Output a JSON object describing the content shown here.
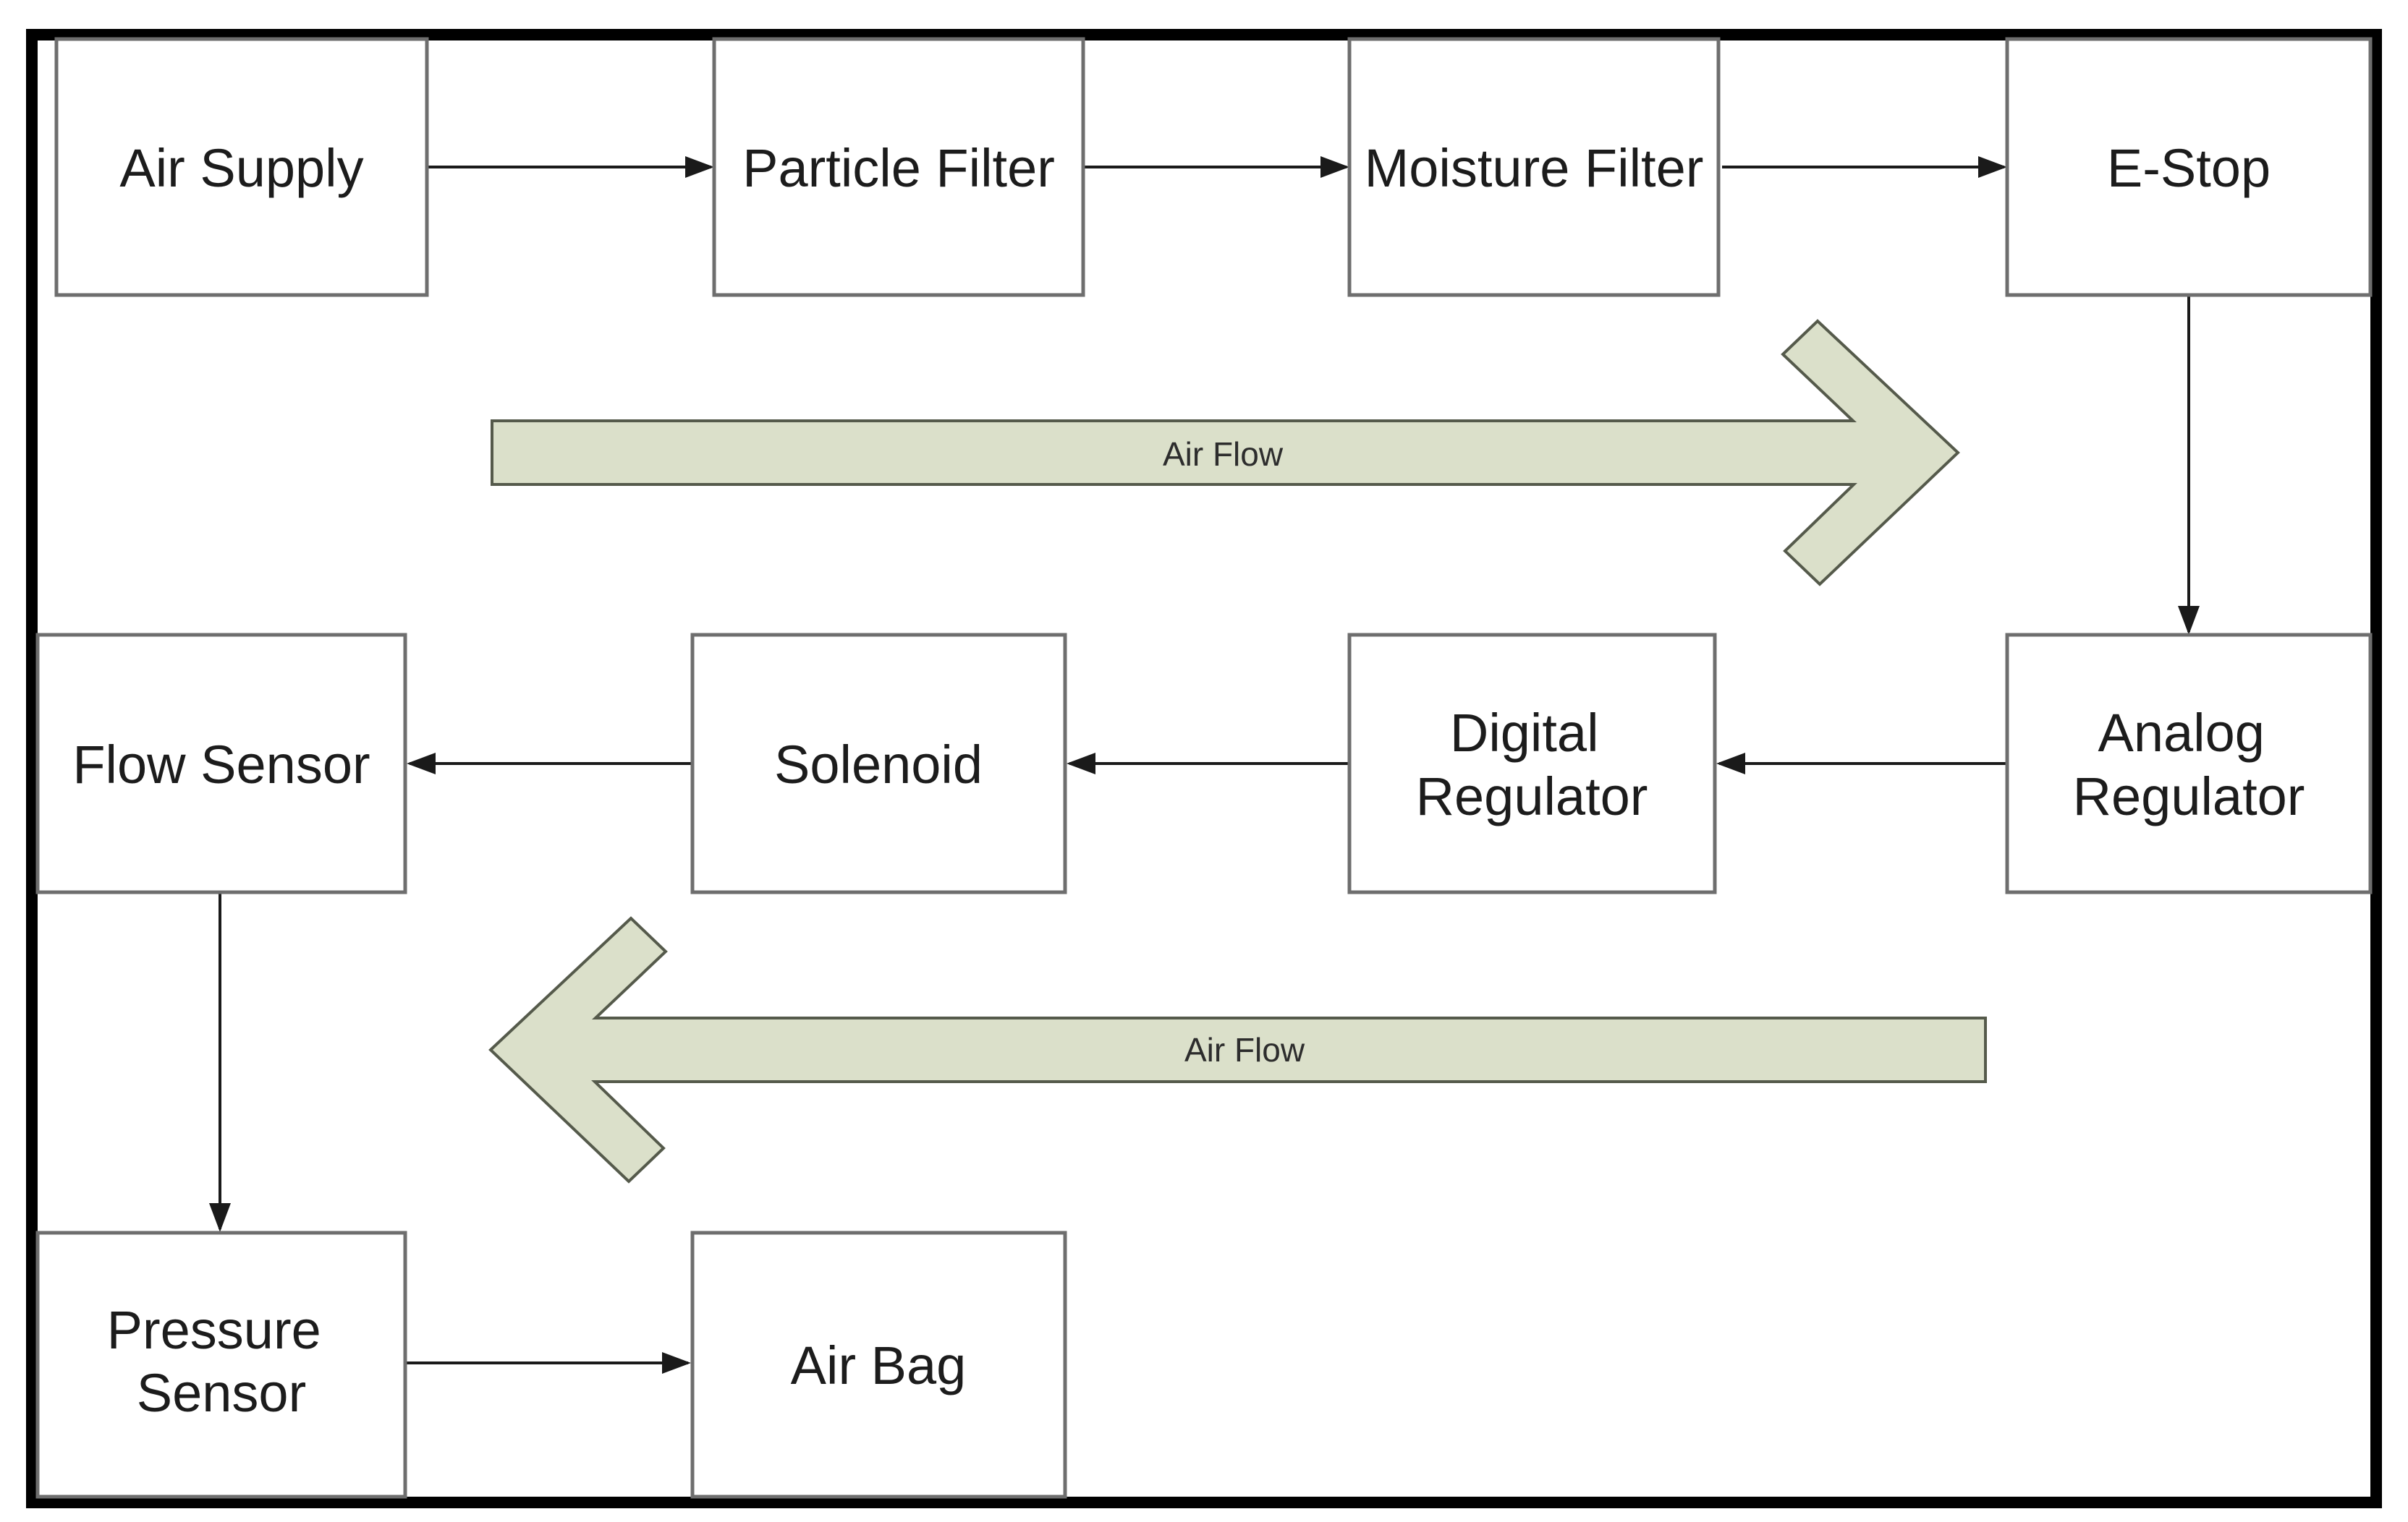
{
  "diagram": {
    "type": "flowchart",
    "background_color": "#ffffff",
    "colors": {
      "frame": "#000000",
      "node_fill": "#ffffff",
      "node_border": "#6e6e6e",
      "node_text": "#1c1c1c",
      "connector": "#1a1a1a",
      "flow_arrow_fill": "#dbe0ca",
      "flow_arrow_border": "#555a4b",
      "flow_label_text": "#2d2d2d"
    },
    "nodes": {
      "air_supply": {
        "label": "Air Supply"
      },
      "particle_filter": {
        "label": "Particle Filter"
      },
      "moisture_filter": {
        "label": "Moisture Filter"
      },
      "e_stop": {
        "label": "E-Stop"
      },
      "analog_regulator": {
        "label": "Analog Regulator",
        "lines": [
          "Analog",
          "Regulator"
        ]
      },
      "digital_regulator": {
        "label": "Digital Regulator",
        "lines": [
          "Digital",
          "Regulator"
        ]
      },
      "solenoid": {
        "label": "Solenoid"
      },
      "flow_sensor": {
        "label": "Flow Sensor"
      },
      "pressure_sensor": {
        "label": "Pressure Sensor",
        "lines": [
          "Pressure",
          "Sensor"
        ]
      },
      "air_bag": {
        "label": "Air Bag"
      }
    },
    "edges": [
      {
        "from": "Air Supply",
        "to": "Particle Filter"
      },
      {
        "from": "Particle Filter",
        "to": "Moisture Filter"
      },
      {
        "from": "Moisture Filter",
        "to": "E-Stop"
      },
      {
        "from": "E-Stop",
        "to": "Analog Regulator"
      },
      {
        "from": "Analog Regulator",
        "to": "Digital Regulator"
      },
      {
        "from": "Digital Regulator",
        "to": "Solenoid"
      },
      {
        "from": "Solenoid",
        "to": "Flow Sensor"
      },
      {
        "from": "Flow Sensor",
        "to": "Pressure Sensor"
      },
      {
        "from": "Pressure Sensor",
        "to": "Air Bag"
      }
    ],
    "flow_arrows": {
      "top": {
        "label": "Air Flow",
        "direction": "right"
      },
      "bottom": {
        "label": "Air Flow",
        "direction": "left"
      }
    }
  }
}
